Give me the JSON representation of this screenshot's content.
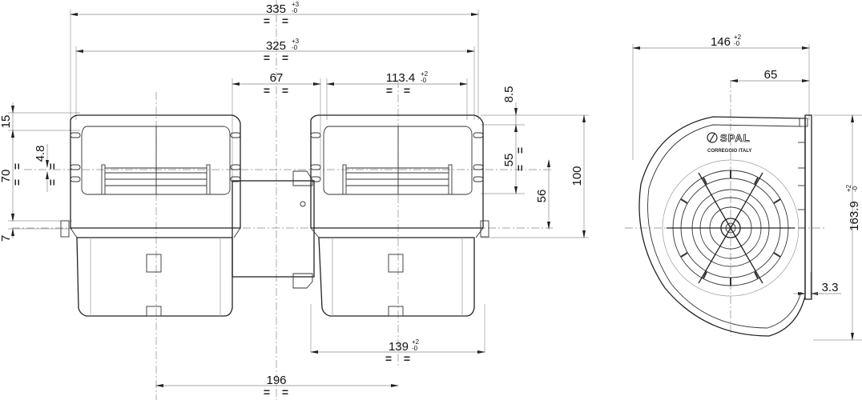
{
  "drawing": {
    "brand": "SPAL",
    "brand_subtitle": "CORREGGIO   ITALY",
    "symmetry_mark": "=",
    "front_view": {
      "overall_length": {
        "value": "335",
        "tol_plus": "+3",
        "tol_minus": "-0"
      },
      "body_length": {
        "value": "325",
        "tol_plus": "+3",
        "tol_minus": "-0"
      },
      "motor_width": {
        "value": "67"
      },
      "outlet_width": {
        "value": "113.4",
        "tol_plus": "+2",
        "tol_minus": "-0"
      },
      "housing_width": {
        "value": "139",
        "tol_plus": "+2",
        "tol_minus": "-0"
      },
      "housing_centers": {
        "value": "196"
      },
      "left_dims": {
        "top_flange": "15",
        "slot_spacing": "70",
        "slot_width": "4.8",
        "bottom_offset": "7"
      },
      "right_dims": {
        "top_offset": "8.5",
        "outlet_height": "55",
        "axis_height": "56",
        "total_height": "100"
      }
    },
    "side_view": {
      "width": {
        "value": "146",
        "tol_plus": "+2",
        "tol_minus": "-0"
      },
      "axis_offset": {
        "value": "65"
      },
      "height": {
        "value": "163.9",
        "tol_plus": "+2",
        "tol_minus": "-0"
      },
      "flange_thickness": {
        "value": "3.3"
      }
    }
  }
}
